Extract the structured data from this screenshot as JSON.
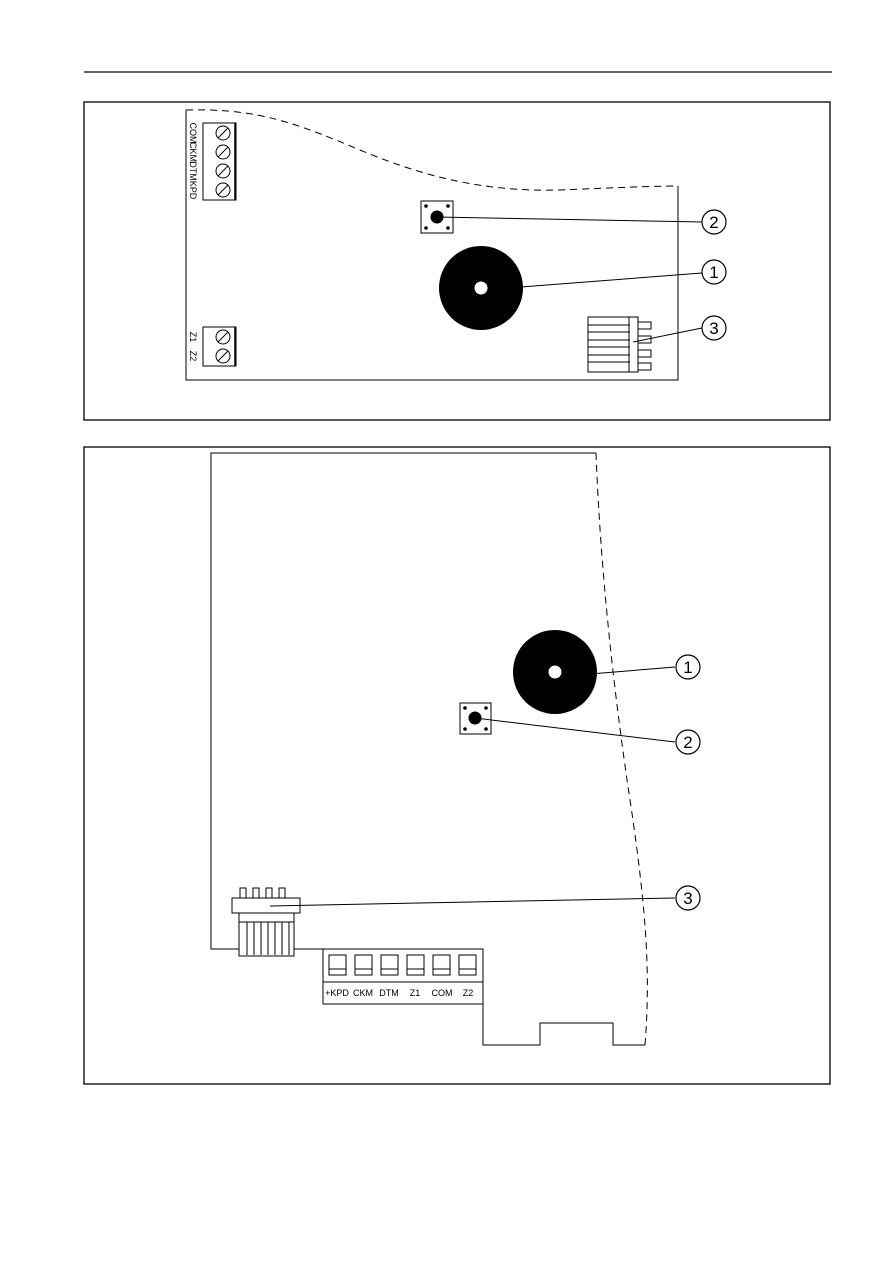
{
  "header_rule": true,
  "figure_top": {
    "terminal_labels_top": [
      "COM",
      "CKM",
      "DTM",
      "KPD"
    ],
    "terminal_labels_bottom": [
      "Z1",
      "Z2"
    ],
    "callouts": [
      {
        "number": "2",
        "target": "tamper-switch"
      },
      {
        "number": "1",
        "target": "buzzer"
      },
      {
        "number": "3",
        "target": "connector"
      }
    ]
  },
  "figure_bottom": {
    "terminal_labels": [
      "+KPD",
      "CKM",
      "DTM",
      "Z1",
      "COM",
      "Z2"
    ],
    "callouts": [
      {
        "number": "1",
        "target": "buzzer"
      },
      {
        "number": "2",
        "target": "tamper-switch"
      },
      {
        "number": "3",
        "target": "connector"
      }
    ]
  },
  "colors": {
    "ink": "#000000",
    "paper": "#ffffff"
  }
}
